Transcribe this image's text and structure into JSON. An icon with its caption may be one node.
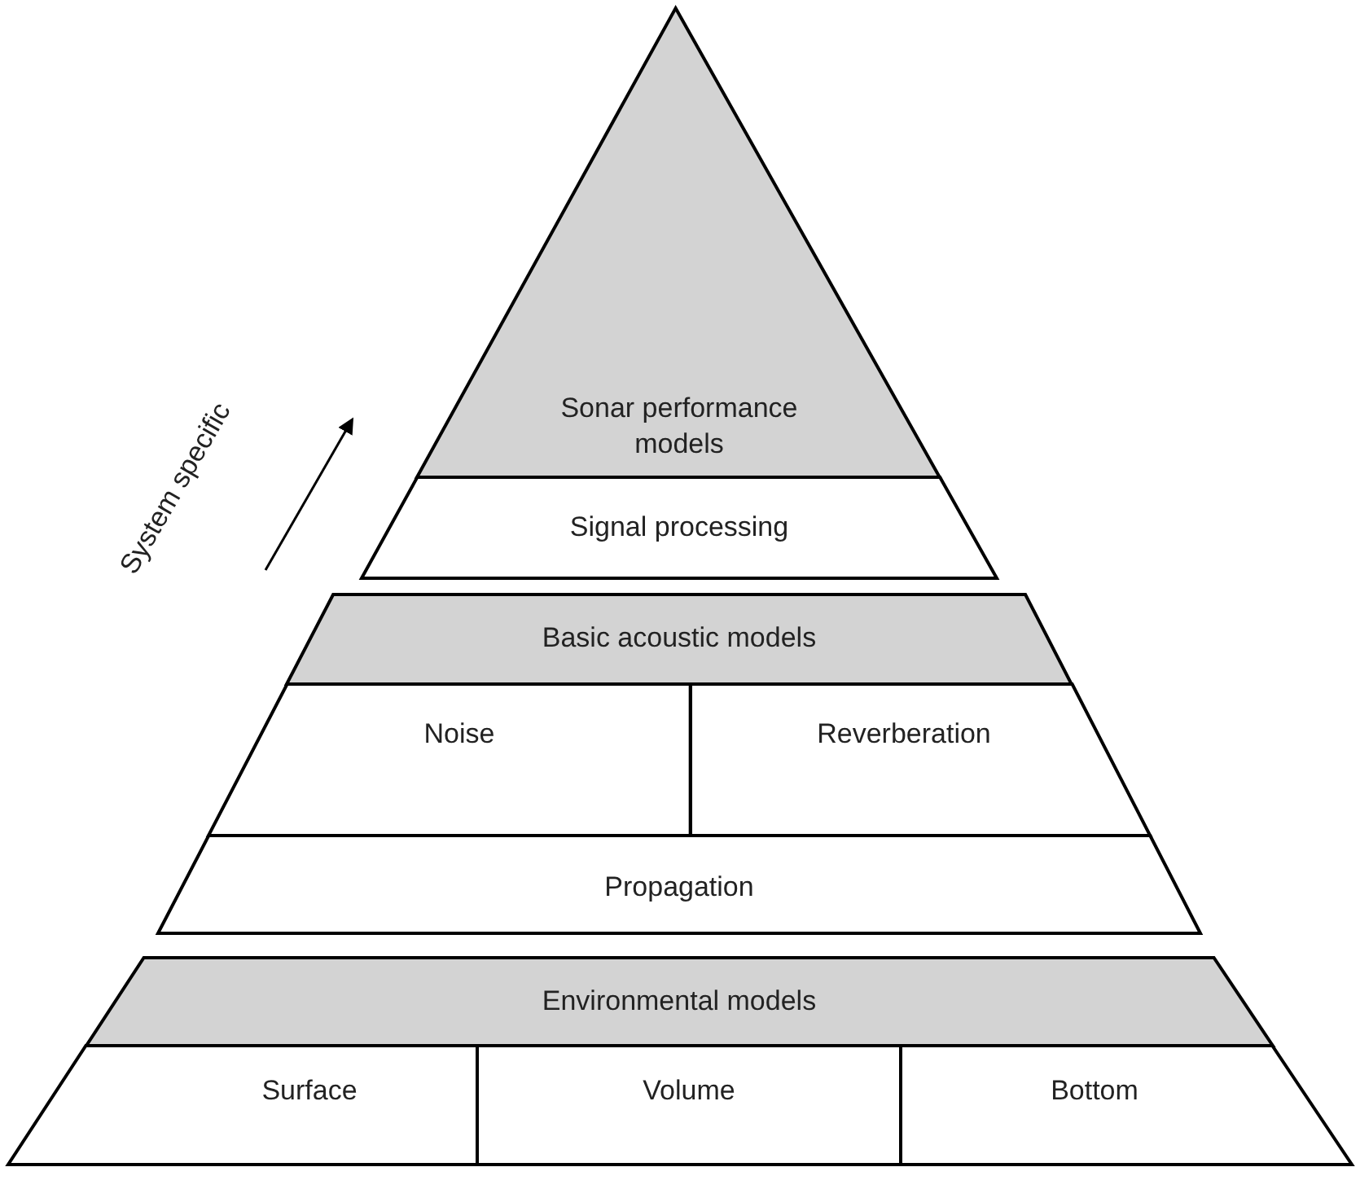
{
  "diagram": {
    "nodes": [
      {
        "text": [
          "Sonar performance models"
        ]
      },
      {
        "text": [
          "Signal processing"
        ]
      },
      {
        "text": [
          "Basic acoustic models"
        ]
      },
      {
        "text": [
          "Noise"
        ]
      },
      {
        "text": [
          "Reverberation"
        ]
      },
      {
        "text": [
          "Propagation"
        ]
      },
      {
        "text": [
          "Environmental models"
        ]
      },
      {
        "text": [
          "Surface"
        ]
      },
      {
        "text": [
          "Volume"
        ]
      },
      {
        "text": [
          "Bottom"
        ]
      }
    ],
    "edges": [],
    "labels": [
      "System specific"
    ]
  }
}
